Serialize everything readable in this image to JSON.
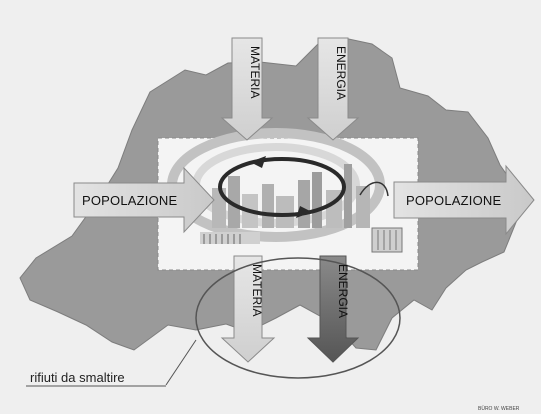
{
  "labels": {
    "materia_in": "MATERIA",
    "energia_in": "ENERGIA",
    "popolazione_in": "POPOLAZIONE",
    "popolazione_out": "POPOLAZIONE",
    "materia_out": "MATERIA",
    "energia_out": "ENERGIA",
    "waste_caption": "rifiuti da smaltire",
    "credit": "BÜRO W. WEBER"
  },
  "colors": {
    "background": "#efefef",
    "country": "#9a9a9a",
    "arrow_light": "#d6d6d6",
    "arrow_dark": "#6b6b6b",
    "city_panel": "#f4f4f4"
  }
}
